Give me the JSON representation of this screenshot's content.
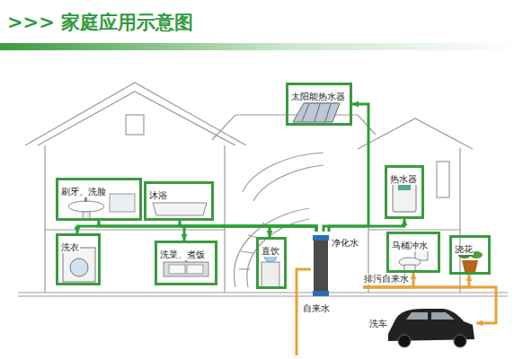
{
  "diagram": {
    "title": ">>> 家庭应用示意图",
    "nodes": [
      {
        "text": [
          "太阳能热水器"
        ]
      },
      {
        "text": [
          "刷牙、洗脸"
        ]
      },
      {
        "text": [
          "沐浴"
        ]
      },
      {
        "text": [
          "热水器"
        ]
      },
      {
        "text": [
          "洗衣"
        ]
      },
      {
        "text": [
          "洗菜、煮饭"
        ]
      },
      {
        "text": [
          "直饮"
        ]
      },
      {
        "text": [
          "净化水"
        ]
      },
      {
        "text": [
          "马桶冲水"
        ]
      },
      {
        "text": [
          "浇花"
        ]
      },
      {
        "text": [
          "洗车"
        ]
      }
    ],
    "edges": [
      {
        "from": 7,
        "to": 6,
        "arrow": "to"
      },
      {
        "from": 7,
        "to": 5,
        "arrow": "to"
      },
      {
        "from": 7,
        "to": 4,
        "arrow": "to"
      },
      {
        "from": 7,
        "to": 1,
        "arrow": "to"
      },
      {
        "from": 7,
        "to": 2,
        "arrow": "to"
      },
      {
        "from": 7,
        "to": 3,
        "arrow": "to"
      },
      {
        "from": 7,
        "to": 0,
        "arrow": "to"
      },
      {
        "from": 7,
        "to": 8,
        "label": "排污自来水",
        "arrow": "to"
      },
      {
        "from": 7,
        "to": 9,
        "arrow": "to"
      },
      {
        "from": 7,
        "to": 10,
        "arrow": "to"
      }
    ],
    "labels": [
      "自来水"
    ]
  }
}
